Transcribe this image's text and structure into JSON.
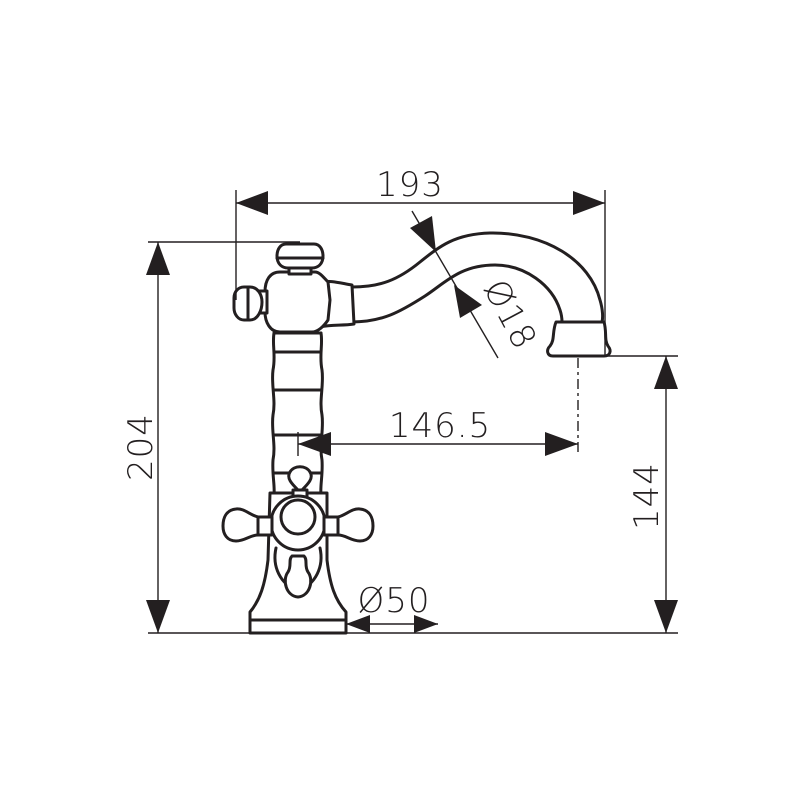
{
  "drawing": {
    "subject": "Single-lever basin faucet with cross handles and swivel spout — side elevation",
    "line_color": "#231f20",
    "background": "#ffffff",
    "units": "mm"
  },
  "dimensions": {
    "overall_width": {
      "label": "193",
      "orientation": "horizontal",
      "description": "overall projection from control knob to spout edge"
    },
    "overall_height": {
      "label": "204",
      "orientation": "vertical",
      "description": "total height from base to top knob"
    },
    "spout_reach": {
      "label": "146.5",
      "orientation": "horizontal",
      "description": "reach from body axis to spout outlet centerline"
    },
    "spout_height": {
      "label": "144",
      "orientation": "vertical",
      "description": "height from base to spout outlet"
    },
    "spout_diameter": {
      "label": "Ø18",
      "orientation": "diagonal",
      "description": "spout tube diameter"
    },
    "base_diameter": {
      "label": "Ø50",
      "orientation": "horizontal",
      "description": "base flange diameter"
    }
  }
}
